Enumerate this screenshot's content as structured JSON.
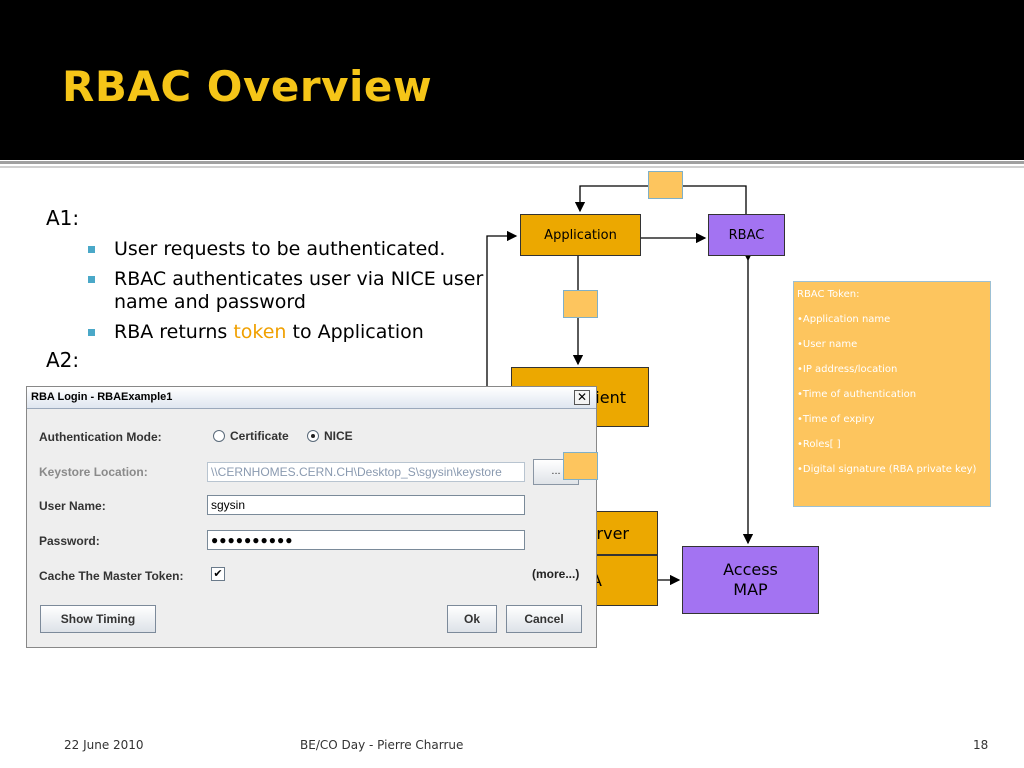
{
  "slide": {
    "title": "RBAC Overview",
    "section_a1": "A1:",
    "section_a2": "A2:",
    "bullets": [
      {
        "text": "User requests to be authenticated."
      },
      {
        "text": "RBAC authenticates user via NICE user name and password"
      },
      {
        "text_before": "RBA returns ",
        "highlight": "token",
        "text_after": " to Application"
      }
    ],
    "colors": {
      "title": "#f5c518",
      "token_highlight": "#f0a000",
      "orange_box": "#eca800",
      "purple_box": "#a373f2",
      "token_chip": "#fdc55e"
    }
  },
  "diagram": {
    "application": "Application",
    "rbac": "RBAC",
    "client_partial": "ient",
    "server_partial": "rver",
    "a_partial": "A",
    "access_map": "Access MAP",
    "token_panel": {
      "title": "RBAC Token:",
      "items": [
        "•Application name",
        "•User name",
        "•IP address/location",
        "•Time of authentication",
        "•Time of expiry",
        "•Roles[ ]",
        "•Digital signature (RBA private key)"
      ]
    }
  },
  "dialog": {
    "title": "RBA Login - RBAExample1",
    "close_glyph": "✕",
    "auth_mode_label": "Authentication Mode:",
    "option_certificate": "Certificate",
    "option_nice": "NICE",
    "selected_option": "NICE",
    "keystore_label": "Keystore Location:",
    "keystore_value": "\\\\CERNHOMES.CERN.CH\\Desktop_S\\sgysin\\keystore",
    "browse_label": "...",
    "username_label": "User Name:",
    "username_value": "sgysin",
    "password_label": "Password:",
    "password_value": "●●●●●●●●●●",
    "cache_label": "Cache The Master Token:",
    "cache_checked_glyph": "✔",
    "more_link": "(more...)",
    "show_timing_button": "Show Timing",
    "ok_button": "Ok",
    "cancel_button": "Cancel"
  },
  "footer": {
    "date": "22 June 2010",
    "event": "BE/CO Day - Pierre Charrue",
    "page": "18"
  }
}
